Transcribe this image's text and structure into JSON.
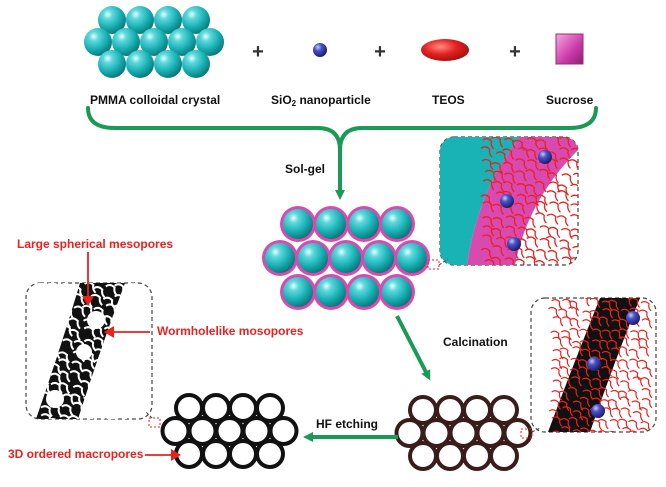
{
  "labels": {
    "pmma": "PMMA colloidal crystal",
    "sio2_prefix": "SiO",
    "sio2_sub": "2",
    "sio2_suffix": " nanoparticle",
    "teos": "TEOS",
    "sucrose": "Sucrose",
    "plus": "+",
    "solgel": "Sol-gel",
    "calcination": "Calcination",
    "hf": "HF etching",
    "large_meso": "Large spherical mesopores",
    "worm_meso": "Wormholelike mosopores",
    "macro": "3D ordered macropores"
  },
  "colors": {
    "sphere": "#19b2b5",
    "sphere_dark": "#0a7276",
    "sio2": "#2a2f8c",
    "teos": "#e32121",
    "sucrose": "#c83aa6",
    "arrow_green": "#1a9a56",
    "coating": "#d94ab0",
    "crack_red": "#e8221f",
    "ring_black": "#111111",
    "ring_brown": "#3a1d1a",
    "label_red": "#e8221f"
  },
  "icons": [
    "colloidal-sphere",
    "sio2-nanoparticle",
    "teos-ellipse",
    "sucrose-square",
    "green-arrow",
    "zoom-callout"
  ]
}
